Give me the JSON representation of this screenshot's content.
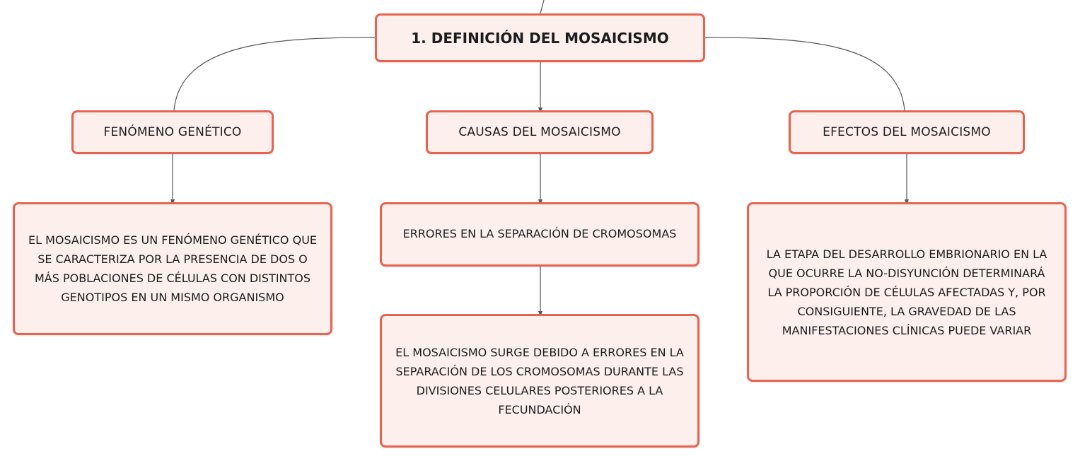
{
  "root": {
    "label": "1. DEFINICIÓN DEL MOSAICISMO"
  },
  "branches": [
    {
      "label": "FENÓMENO GENÉTICO",
      "details": [
        "EL MOSAICISMO ES UN FENÓMENO GENÉTICO QUE SE CARACTERIZA POR LA PRESENCIA DE DOS O MÁS POBLACIONES DE CÉLULAS CON DISTINTOS GENOTIPOS EN UN MISMO ORGANISMO"
      ]
    },
    {
      "label": "CAUSAS DEL MOSAICISMO",
      "details": [
        "ERRORES EN LA SEPARACIÓN DE CROMOSOMAS",
        "EL MOSAICISMO SURGE DEBIDO A ERRORES EN LA SEPARACIÓN DE LOS CROMOSOMAS DURANTE LAS DIVISIONES CELULARES POSTERIORES A LA FECUNDACIÓN"
      ]
    },
    {
      "label": "EFECTOS DEL MOSAICISMO",
      "details": [
        "LA ETAPA DEL DESARROLLO EMBRIONARIO EN LA QUE OCURRE LA NO-DISYUNCIÓN DETERMINARÁ LA PROPORCIÓN DE CÉLULAS AFECTADAS Y, POR CONSIGUIENTE, LA GRAVEDAD DE LAS MANIFESTACIONES CLÍNICAS PUEDE VARIAR"
      ]
    }
  ],
  "colors": {
    "node_border": "#e8634f",
    "node_fill": "#fdf0ec",
    "connector": "#555555",
    "text": "#1c1c1c"
  }
}
